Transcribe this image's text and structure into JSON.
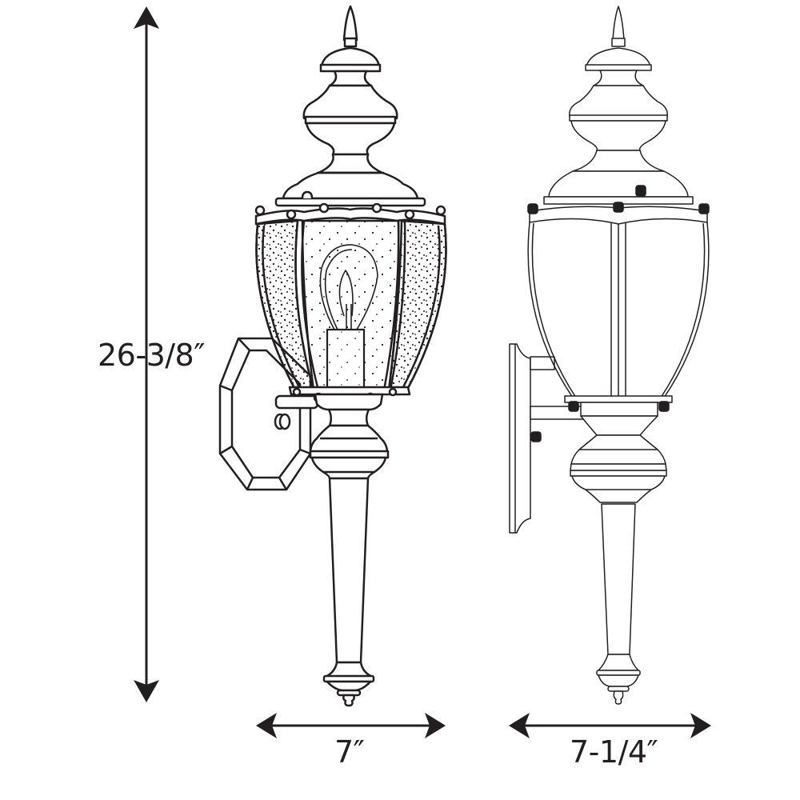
{
  "diagram": {
    "subject": "Outdoor wall lantern dimension drawing",
    "views": [
      {
        "name": "side-view",
        "description": "Lantern with seeded glass, candle socket and bulb, octagonal wall backplate"
      },
      {
        "name": "front-view",
        "description": "Lantern with clear glass panels and rectangular wall backplate"
      }
    ],
    "dimensions": {
      "height": {
        "label": "26-3/8″",
        "orientation": "vertical"
      },
      "width_side": {
        "label": "7″",
        "orientation": "horizontal"
      },
      "width_front": {
        "label": "7-1/4″",
        "orientation": "horizontal"
      }
    },
    "colors": {
      "line": "#231f20",
      "background": "#ffffff"
    }
  }
}
